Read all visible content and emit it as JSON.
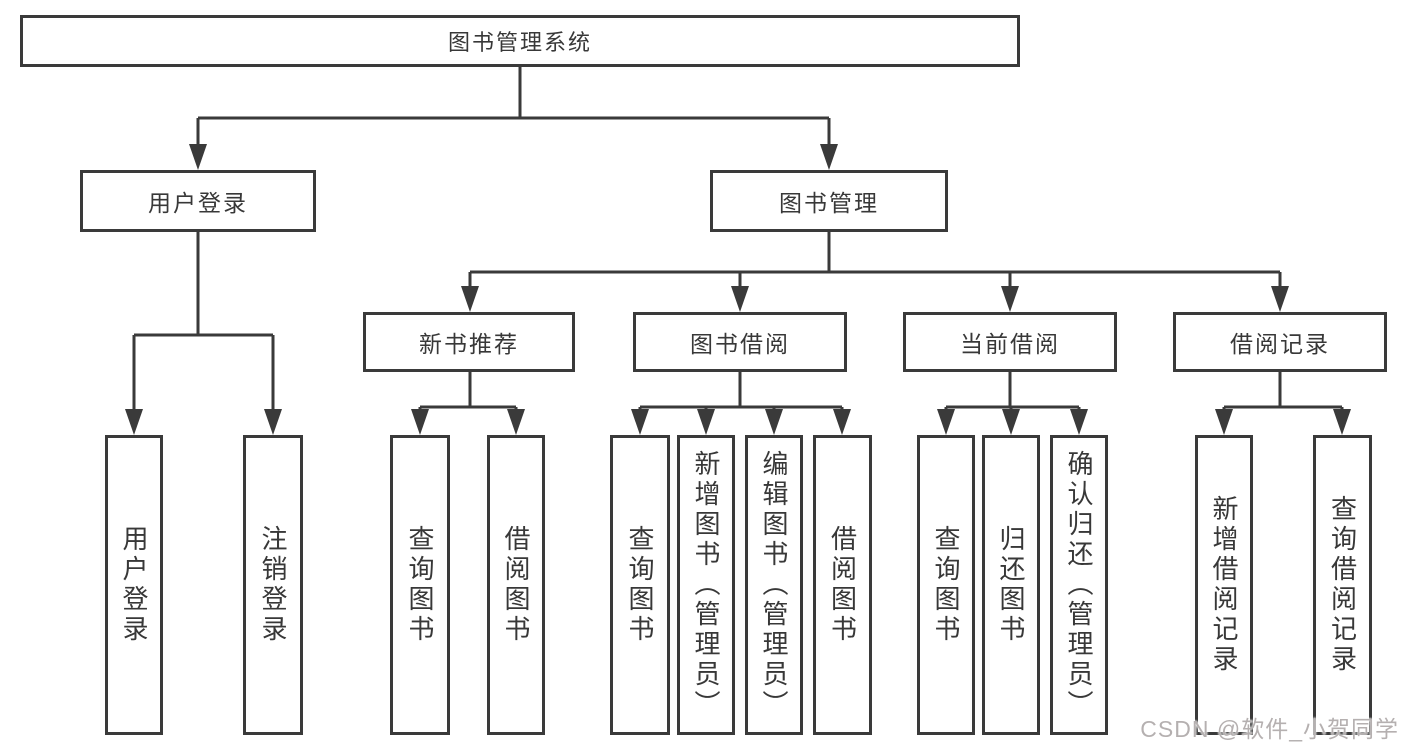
{
  "diagram": {
    "root": "图书管理系统",
    "level2": {
      "user_login": "用户登录",
      "book_management": "图书管理"
    },
    "level3": {
      "new_book_recommend": "新书推荐",
      "book_borrow": "图书借阅",
      "current_borrow": "当前借阅",
      "borrow_record": "借阅记录"
    },
    "leaves": {
      "user_login": [
        "用户登录",
        "注销登录"
      ],
      "new_book_recommend": [
        "查询图书",
        "借阅图书"
      ],
      "book_borrow": [
        "查询图书",
        "新增图书（管理员）",
        "编辑图书（管理员）",
        "借阅图书"
      ],
      "current_borrow": [
        "查询图书",
        "归还图书",
        "确认归还（管理员）"
      ],
      "borrow_record": [
        "新增借阅记录",
        "查询借阅记录"
      ]
    }
  },
  "watermark": {
    "text": "CSDN @软件_小贺同学"
  },
  "colors": {
    "line": "#3a3a3a",
    "box_border": "#3a3a3a",
    "text": "#383838",
    "background": "#ffffff",
    "watermark_text": "#b5b0b0"
  }
}
